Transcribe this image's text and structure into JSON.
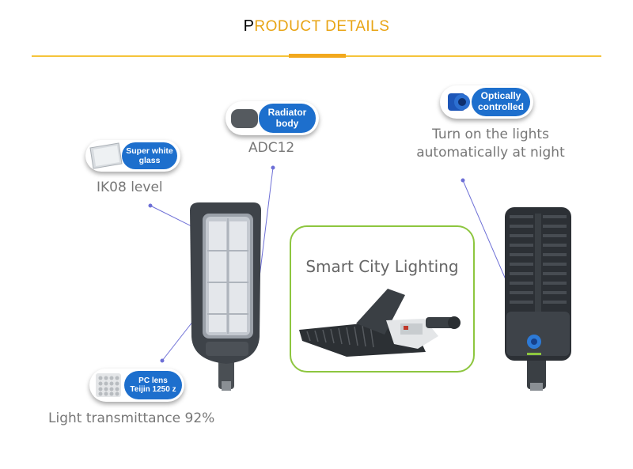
{
  "header": {
    "title_cap": "P",
    "title_rest": "RODUCT DETAILS"
  },
  "features": {
    "glass": {
      "badge": [
        "Super white",
        "glass"
      ],
      "caption": "IK08 level",
      "icon": "glass-pane-icon"
    },
    "radiator": {
      "badge": [
        "Radiator",
        "body"
      ],
      "caption": "ADC12",
      "icon": "radiator-block-icon"
    },
    "optical": {
      "badge": [
        "Optically",
        "controlled"
      ],
      "caption": [
        "Turn on the lights",
        "automatically at night"
      ],
      "icon": "photocell-sensor-icon"
    },
    "lens": {
      "badge": [
        "PC lens",
        "Teijin 1250 z"
      ],
      "caption": "Light transmittance 92%",
      "icon": "lens-array-icon"
    }
  },
  "center_box": {
    "title": "Smart City Lighting"
  },
  "colors": {
    "accent": "#f2a81d",
    "badge_blue": "#1d6fcd",
    "box_border": "#8dc63f",
    "pointer": "#6d6fd6"
  }
}
